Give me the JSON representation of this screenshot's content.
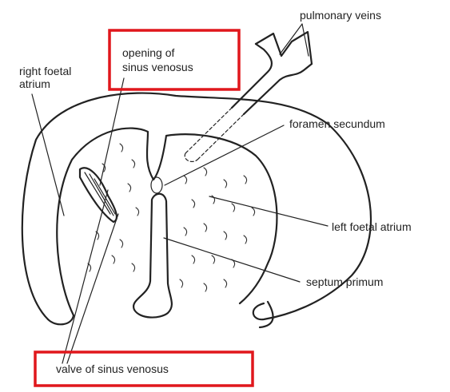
{
  "labels": {
    "pulmonary_veins": "pulmonary veins",
    "right_atrium_line1": "right foetal",
    "right_atrium_line2": "atrium",
    "opening_line1": "opening of",
    "opening_line2": "sinus venosus",
    "foramen_secundum": "foramen secundum",
    "left_atrium": "left foetal atrium",
    "septum_primum": "septum primum",
    "valve": "valve  of sinus venosus"
  },
  "highlight_color": "#e0171c"
}
